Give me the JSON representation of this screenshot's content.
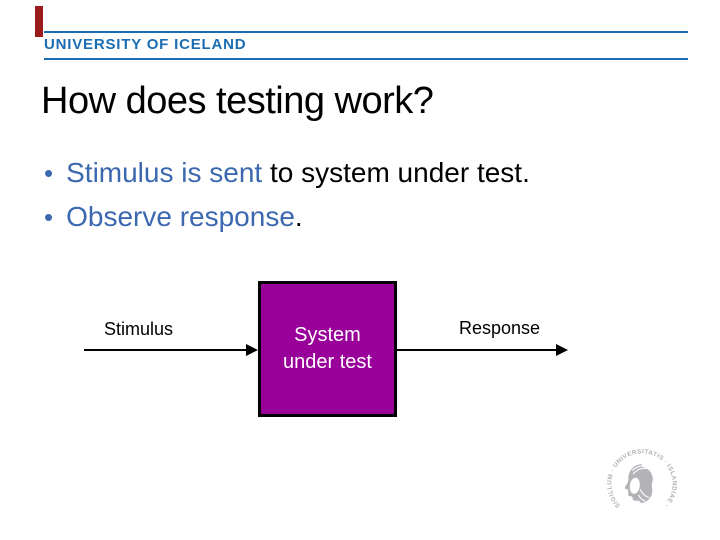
{
  "slide": {
    "header": {
      "institution": "UNIVERSITY OF ICELAND",
      "line_color": "#1b6db3",
      "text_color": "#1b6db3"
    },
    "accent_bar_color": "#9b1b1b",
    "title": {
      "text": "How does testing work?",
      "color": "#000000"
    },
    "bullet_glyph": "•",
    "bullet_highlight_color": "#3c68b0",
    "bullets": [
      {
        "highlight": "Stimulus is sent",
        "rest": " to system under test."
      },
      {
        "highlight": "Observe response",
        "rest": "."
      }
    ],
    "diagram": {
      "stimulus_label": "Stimulus",
      "response_label": "Response",
      "box_line1": "System",
      "box_line2": "under test",
      "box_fill": "#990099",
      "box_border_color": "#000000",
      "box_text_color": "#ffffff",
      "arrow_color": "#000000"
    },
    "seal": {
      "ring_text": "SIGILLUM · UNIVERSITATIS · ISLANDIAE ·",
      "color": "#b2b2b7"
    }
  }
}
